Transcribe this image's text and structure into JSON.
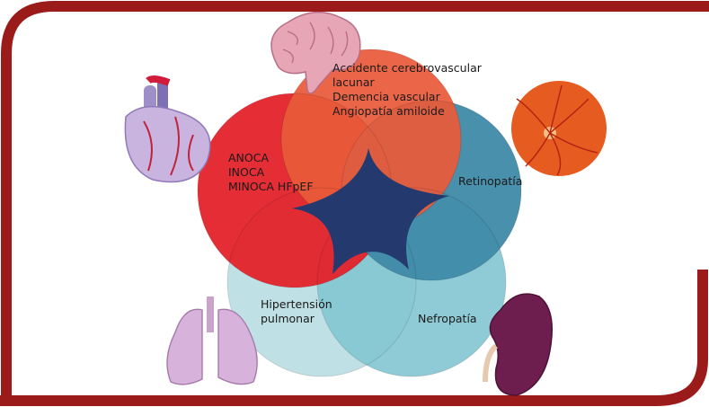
{
  "colors": {
    "frame": "#9b1b1b",
    "circle_top": "#ea5a3a",
    "circle_left": "#e4222a",
    "circle_right": "#3f8aa8",
    "circle_bottom_left": "#bfe0e4",
    "circle_bottom_right": "#84c7d2",
    "center_star": "#243a6e"
  },
  "regions": {
    "top": {
      "lines": [
        "Accidente cerebrovascular",
        "lacunar",
        "Demencia vascular",
        "Angiopatía amiloide"
      ],
      "icon": "brain-icon"
    },
    "left": {
      "lines": [
        "ANOCA",
        "INOCA",
        "MINOCA HFpEF"
      ],
      "icon": "heart-icon"
    },
    "right": {
      "lines": [
        "Retinopatía"
      ],
      "icon": "retina-icon"
    },
    "bottom_left": {
      "lines": [
        "Hipertensión",
        "pulmonar"
      ],
      "icon": "lungs-icon"
    },
    "bottom_right": {
      "lines": [
        "Nefropatía"
      ],
      "icon": "kidney-icon"
    }
  }
}
